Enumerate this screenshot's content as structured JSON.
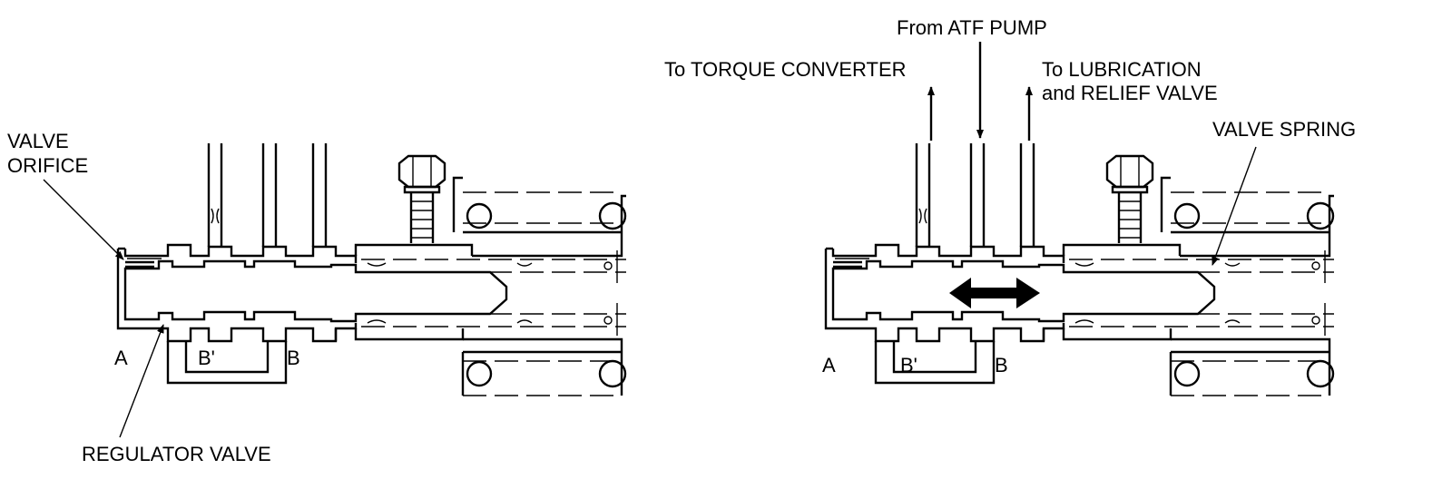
{
  "left_diagram": {
    "label_valve_orifice_line1": "VALVE",
    "label_valve_orifice_line2": "ORIFICE",
    "label_regulator_valve": "REGULATOR VALVE",
    "label_a": "A",
    "label_b_prime": "B'",
    "label_b": "B"
  },
  "right_diagram": {
    "label_from_atf_pump": "From ATF PUMP",
    "label_to_torque_converter": "To TORQUE CONVERTER",
    "label_to_lubrication_line1": "To LUBRICATION",
    "label_to_lubrication_line2": "and RELIEF VALVE",
    "label_valve_spring": "VALVE SPRING",
    "label_a": "A",
    "label_b_prime": "B'",
    "label_b": "B"
  }
}
